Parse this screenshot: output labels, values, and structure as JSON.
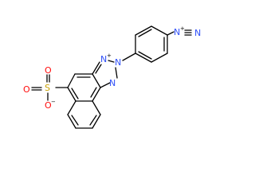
{
  "structure": {
    "labels": {
      "n_plus_ring": "N",
      "n_plus_ring_charge": "+",
      "n_ring_center": "N",
      "n_ring_lower": "N",
      "diazo_n_inner": "N",
      "diazo_n_inner_charge": "+",
      "diazo_n_outer": "N",
      "sulfur": "S",
      "oxygen_top": "O",
      "oxygen_left": "O",
      "oxygen_bottom": "O",
      "oxygen_bottom_charge": "−"
    },
    "colors": {
      "bond": "#000000",
      "nitrogen": "#3050F8",
      "oxygen": "#FF0D0D",
      "sulfur": "#C8A000",
      "charge": "#000000"
    }
  }
}
